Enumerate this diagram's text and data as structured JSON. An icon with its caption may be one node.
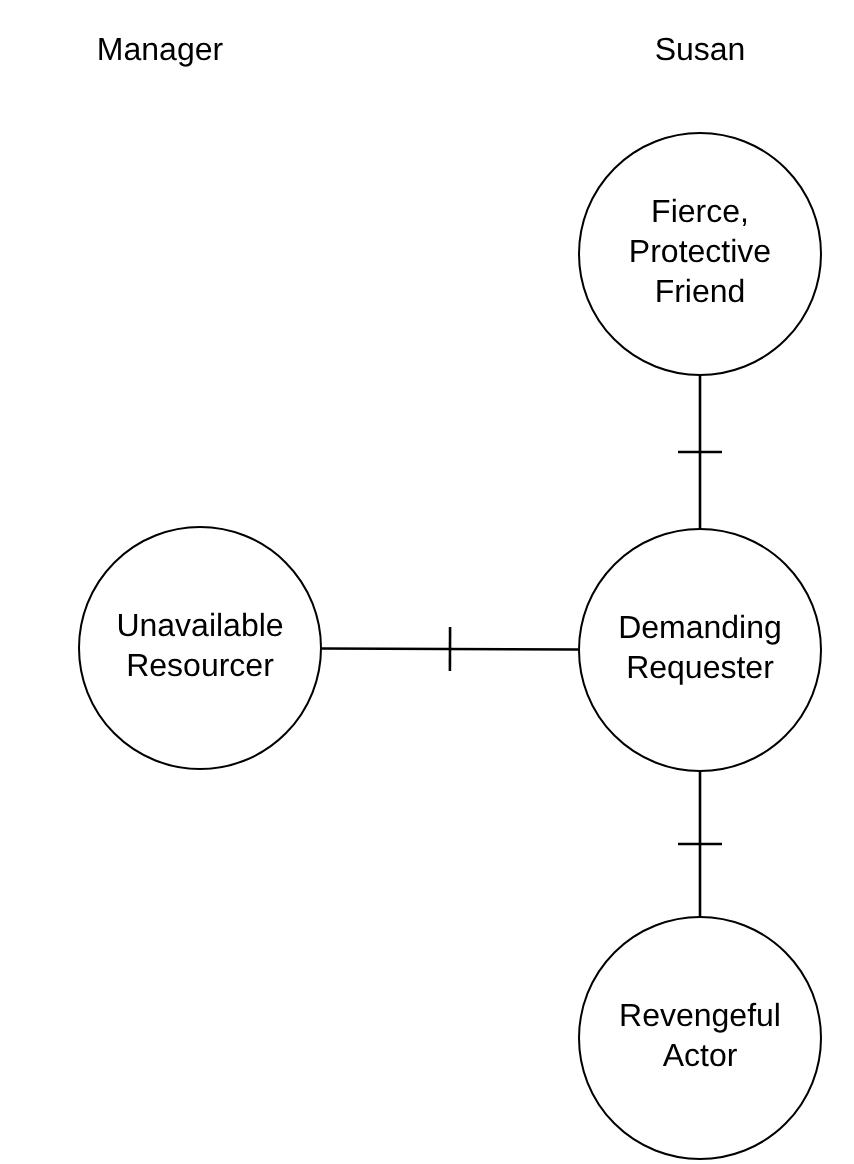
{
  "diagram": {
    "nodes": [
      {
        "text": [
          "Fierce, Protective Friend"
        ]
      },
      {
        "text": [
          "Unavailable Resourcer"
        ]
      },
      {
        "text": [
          "Demanding Requester"
        ]
      },
      {
        "text": [
          "Revengeful Actor"
        ]
      }
    ],
    "edges": [
      {
        "from": 0,
        "to": 2,
        "arrow": "none"
      },
      {
        "from": 1,
        "to": 2,
        "arrow": "none"
      },
      {
        "from": 2,
        "to": 3,
        "arrow": "none"
      }
    ],
    "labels": [
      "Manager",
      "Susan"
    ]
  }
}
